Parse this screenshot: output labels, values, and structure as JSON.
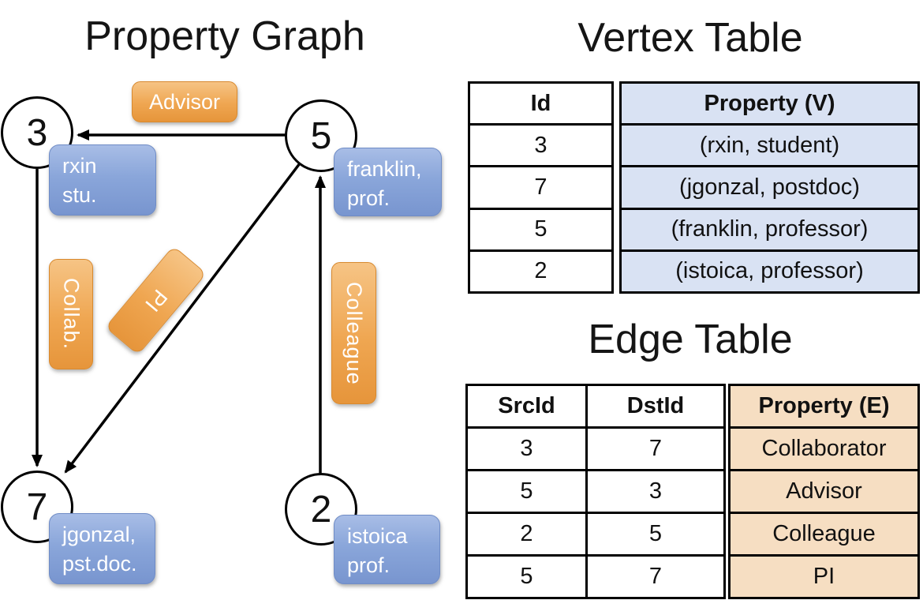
{
  "titles": {
    "graph": "Property Graph",
    "vertex_table": "Vertex Table",
    "edge_table": "Edge Table"
  },
  "graph": {
    "nodes": [
      {
        "id": "3",
        "label_lines": [
          "rxin",
          "stu."
        ]
      },
      {
        "id": "5",
        "label_lines": [
          "franklin,",
          "prof."
        ]
      },
      {
        "id": "7",
        "label_lines": [
          "jgonzal,",
          "pst.doc."
        ]
      },
      {
        "id": "2",
        "label_lines": [
          "istoica",
          "prof."
        ]
      }
    ],
    "edge_labels": {
      "advisor": "Advisor",
      "collab": "Collab.",
      "pi": "PI",
      "colleague": "Colleague"
    }
  },
  "vertex_table": {
    "headers": [
      "Id",
      "Property (V)"
    ],
    "rows": [
      [
        "3",
        "(rxin, student)"
      ],
      [
        "7",
        "(jgonzal, postdoc)"
      ],
      [
        "5",
        "(franklin, professor)"
      ],
      [
        "2",
        "(istoica, professor)"
      ]
    ]
  },
  "edge_table": {
    "headers": [
      "SrcId",
      "DstId",
      "Property (E)"
    ],
    "rows": [
      [
        "3",
        "7",
        "Collaborator"
      ],
      [
        "5",
        "3",
        "Advisor"
      ],
      [
        "2",
        "5",
        "Colleague"
      ],
      [
        "5",
        "7",
        "PI"
      ]
    ]
  },
  "colors": {
    "edge_label_orange": "#efa651",
    "vertex_label_blue": "#82a1d7",
    "vertex_cell_fill": "#d9e2f3",
    "edge_cell_fill": "#f6dec2",
    "line_black": "#000000"
  }
}
